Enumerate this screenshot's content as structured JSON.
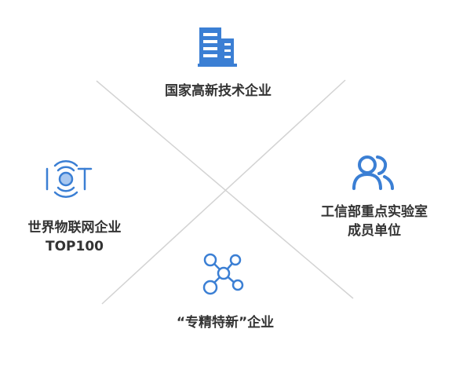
{
  "colors": {
    "icon_blue": "#3b7fd4",
    "line_gray": "#d3d3d3",
    "text": "#333333"
  },
  "items": {
    "top": {
      "icon": "building-icon",
      "lines": [
        "国家高新技术企业"
      ]
    },
    "right": {
      "icon": "users-icon",
      "lines": [
        "工信部重点实验室",
        "成员单位"
      ]
    },
    "left": {
      "icon": "iot-icon",
      "lines": [
        "世界物联网企业",
        "TOP100"
      ]
    },
    "bottom": {
      "icon": "network-nodes-icon",
      "lines": [
        "“专精特新”企业"
      ]
    }
  }
}
